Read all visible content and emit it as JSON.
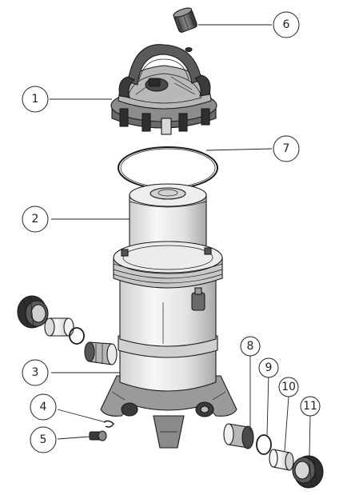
{
  "callouts": [
    {
      "id": "c1",
      "label": "1"
    },
    {
      "id": "c2",
      "label": "2"
    },
    {
      "id": "c3",
      "label": "3"
    },
    {
      "id": "c4",
      "label": "4"
    },
    {
      "id": "c5",
      "label": "5"
    },
    {
      "id": "c6",
      "label": "6"
    },
    {
      "id": "c7",
      "label": "7"
    },
    {
      "id": "c8",
      "label": "8"
    },
    {
      "id": "c9",
      "label": "9"
    },
    {
      "id": "c10",
      "label": "10"
    },
    {
      "id": "c11",
      "label": "11"
    }
  ],
  "colors": {
    "line": "#1a1a1a",
    "fill_light": "#f2f2f2",
    "fill_mid": "#d6d6d6",
    "fill_dark": "#4a4a4a"
  }
}
